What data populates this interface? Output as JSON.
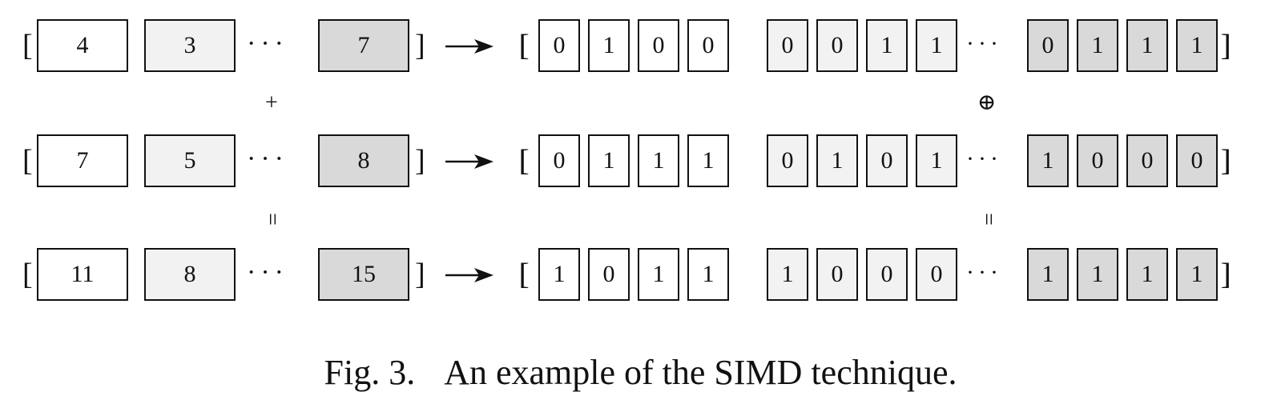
{
  "colors": {
    "first_lane_fill": "#ffffff",
    "second_lane_fill": "#f2f2f2",
    "last_lane_fill": "#d9d9d9",
    "border": "#111111"
  },
  "symbols": {
    "open_bracket": "[",
    "close_bracket": "]",
    "open_double_bracket": "[[",
    "close_double_bracket": "]]",
    "ellipsis": "···",
    "plus": "+",
    "xor": "⊕",
    "equals": "="
  },
  "rows": [
    {
      "lanes": [
        "4",
        "3",
        "7"
      ],
      "bits": [
        [
          "0",
          "1",
          "0",
          "0"
        ],
        [
          "0",
          "0",
          "1",
          "1"
        ],
        [
          "0",
          "1",
          "1",
          "1"
        ]
      ]
    },
    {
      "lanes": [
        "7",
        "5",
        "8"
      ],
      "bits": [
        [
          "0",
          "1",
          "1",
          "1"
        ],
        [
          "0",
          "1",
          "0",
          "1"
        ],
        [
          "1",
          "0",
          "0",
          "0"
        ]
      ]
    },
    {
      "lanes": [
        "11",
        "8",
        "15"
      ],
      "bits": [
        [
          "1",
          "0",
          "1",
          "1"
        ],
        [
          "1",
          "0",
          "0",
          "0"
        ],
        [
          "1",
          "1",
          "1",
          "1"
        ]
      ]
    }
  ],
  "caption": {
    "label": "Fig. 3.",
    "text": "An example of the SIMD technique."
  }
}
